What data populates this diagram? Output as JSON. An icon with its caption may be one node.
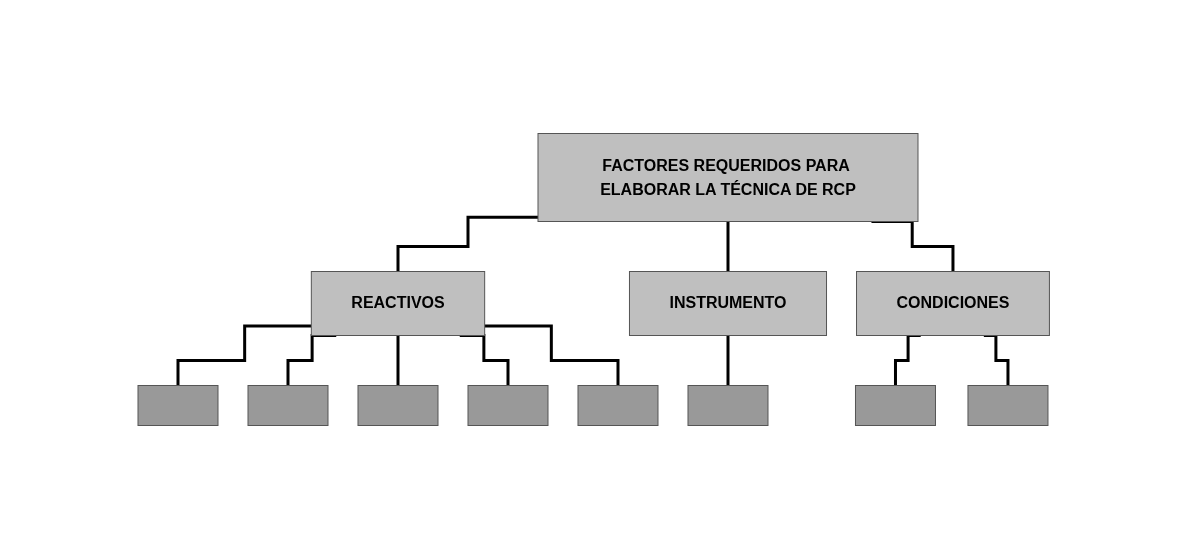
{
  "diagram": {
    "nodes": [
      {
        "text": [
          "FACTORES REQUERIDOS PARA ELABORAR LA TÉCNICA DE RCP"
        ]
      },
      {
        "text": [
          "REACTIVOS"
        ]
      },
      {
        "text": [
          "INSTRUMENTO"
        ]
      },
      {
        "text": [
          "CONDICIONES"
        ]
      },
      {
        "text": [],
        "shape": "box"
      },
      {
        "text": [],
        "shape": "box"
      },
      {
        "text": [],
        "shape": "box"
      },
      {
        "text": [],
        "shape": "box"
      },
      {
        "text": [],
        "shape": "box"
      },
      {
        "text": [],
        "shape": "box"
      },
      {
        "text": [],
        "shape": "box"
      },
      {
        "text": [],
        "shape": "box"
      }
    ],
    "edges": [
      {
        "from": 0,
        "to": 1,
        "arrow": "none"
      },
      {
        "from": 0,
        "to": 2,
        "arrow": "none"
      },
      {
        "from": 0,
        "to": 3,
        "arrow": "none"
      },
      {
        "from": 1,
        "to": 4,
        "arrow": "none"
      },
      {
        "from": 1,
        "to": 5,
        "arrow": "none"
      },
      {
        "from": 1,
        "to": 6,
        "arrow": "none"
      },
      {
        "from": 1,
        "to": 7,
        "arrow": "none"
      },
      {
        "from": 1,
        "to": 8,
        "arrow": "none"
      },
      {
        "from": 2,
        "to": 9,
        "arrow": "none"
      },
      {
        "from": 3,
        "to": 10,
        "arrow": "none"
      },
      {
        "from": 3,
        "to": 11,
        "arrow": "none"
      }
    ]
  }
}
